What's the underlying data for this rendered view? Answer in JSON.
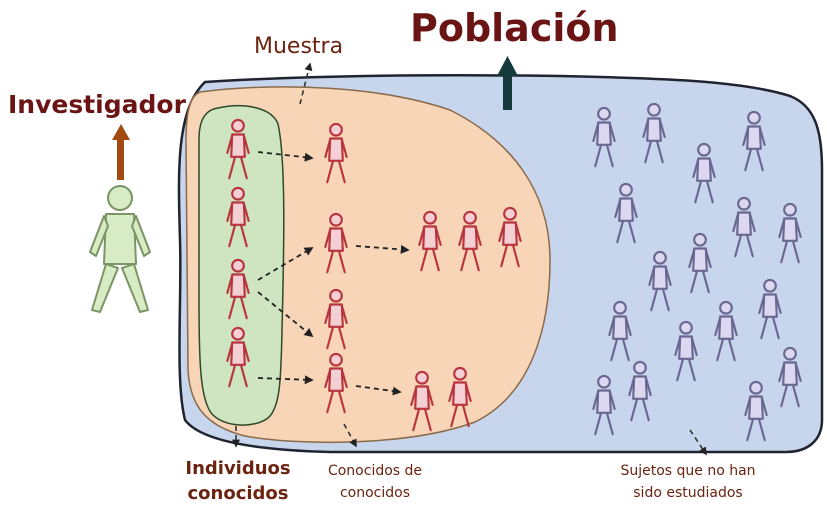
{
  "title": "Población",
  "labels": {
    "sample": "Muestra",
    "researcher": "Investigador",
    "known_individuals": "Individuos conocidos",
    "acquaintances": "Conocidos de conocidos",
    "unstudied": "Sujetos que no han sido estudiados"
  },
  "colors": {
    "population": "#c7d6ec",
    "sample": "#f8d5b6",
    "known": "#cfe4c0",
    "researcher": "#d7ebc4",
    "red_person": "#b8353f",
    "purple_person": "#6a6790",
    "arrow_up_researcher": "#a24a12",
    "arrow_up_population": "#143a3c"
  }
}
